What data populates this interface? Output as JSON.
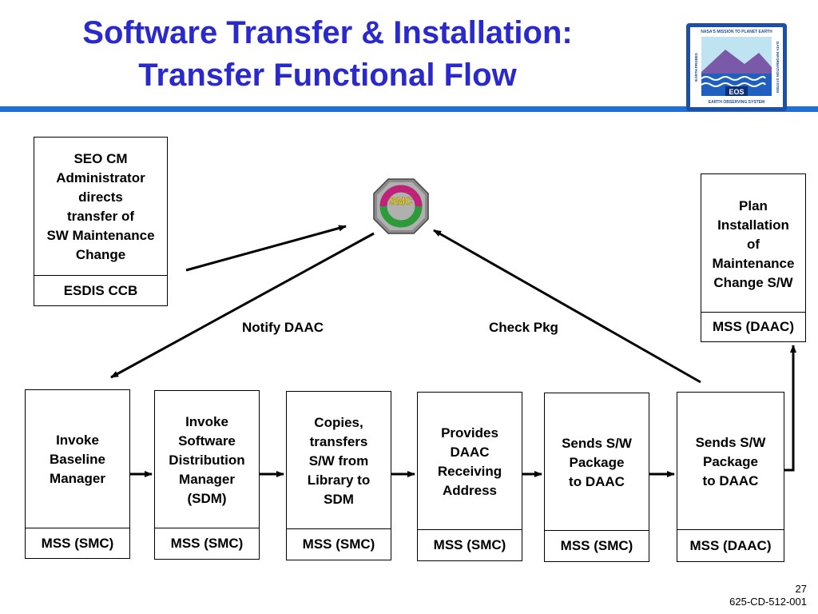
{
  "title": {
    "line1": "Software Transfer & Installation:",
    "line2": "Transfer Functional Flow"
  },
  "logo": {
    "top_text": "NASA'S MISSION TO PLANET EARTH",
    "side_left": "EARTH PROBES",
    "side_right": "DATA INFORMATION SYSTEM",
    "badge": "EOS",
    "bottom_text": "EARTH OBSERVING SYSTEM"
  },
  "smc_icon": {
    "label": "SMC"
  },
  "boxes": {
    "seo": {
      "text": "SEO CM\nAdministrator\ndirects\ntransfer of\nSW Maintenance\nChange",
      "org": "ESDIS CCB"
    },
    "plan": {
      "text": "Plan\nInstallation\nof\nMaintenance\nChange S/W",
      "org": "MSS (DAAC)"
    },
    "b1": {
      "text": "Invoke\nBaseline\nManager",
      "org": "MSS (SMC)"
    },
    "b2": {
      "text": "Invoke\nSoftware\nDistribution\nManager\n(SDM)",
      "org": "MSS (SMC)"
    },
    "b3": {
      "text": "Copies,\ntransfers\nS/W from\nLibrary to\nSDM",
      "org": "MSS (SMC)"
    },
    "b4": {
      "text": "Provides\nDAAC\nReceiving\nAddress",
      "org": "MSS (SMC)"
    },
    "b5": {
      "text": "Sends S/W\nPackage\nto DAAC",
      "org": "MSS (SMC)"
    },
    "b6": {
      "text": "Sends S/W\nPackage\nto DAAC",
      "org": "MSS (DAAC)"
    }
  },
  "labels": {
    "notify": "Notify DAAC",
    "check": "Check Pkg"
  },
  "footer": {
    "page": "27",
    "doc": "625-CD-512-001"
  }
}
